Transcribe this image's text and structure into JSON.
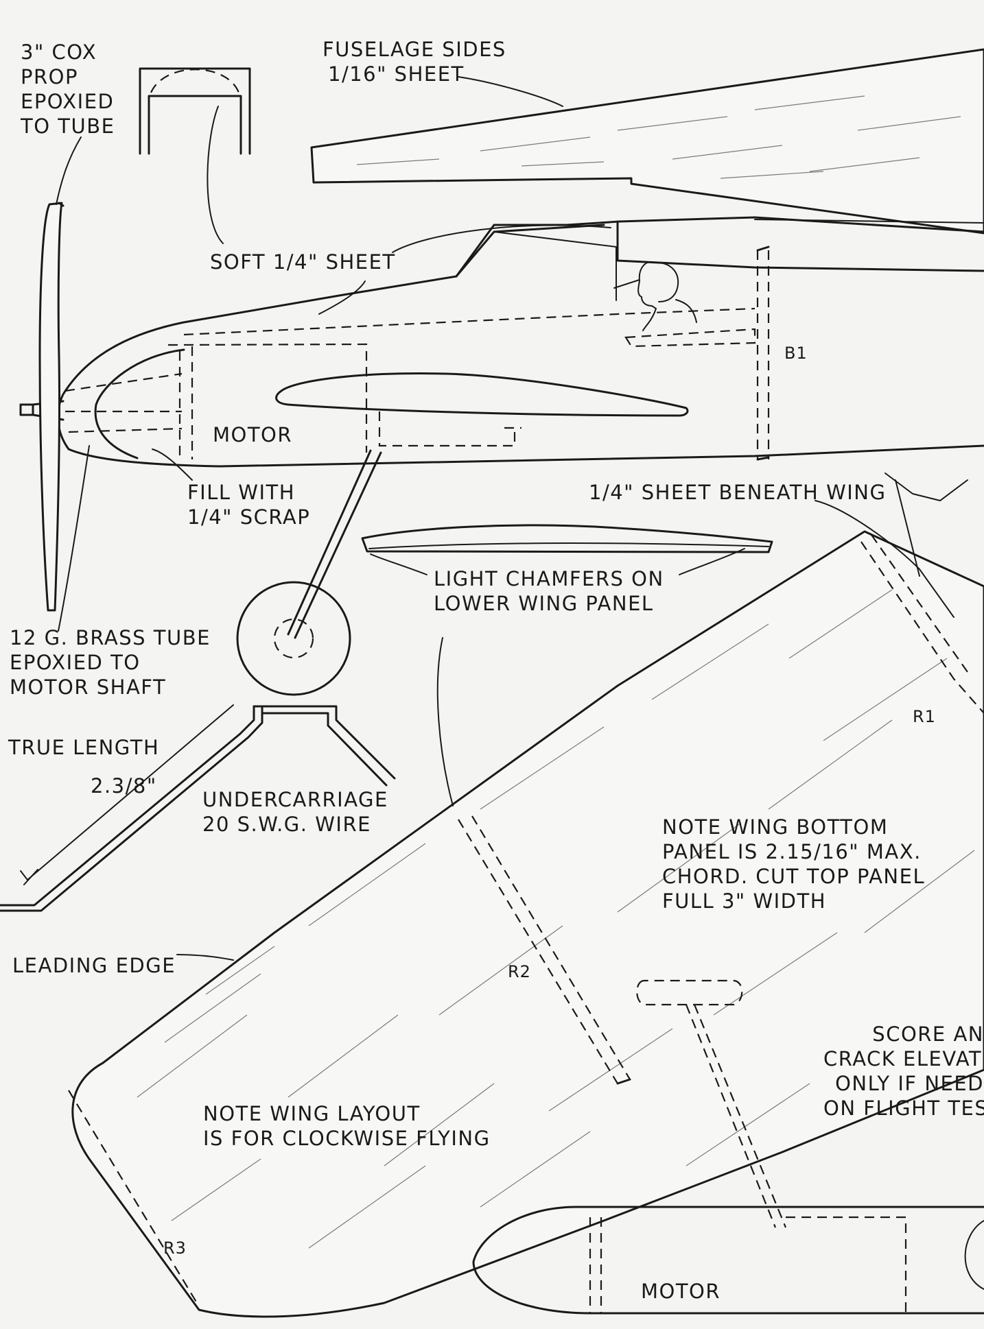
{
  "labels": {
    "cox_prop": [
      "3\" COX",
      "PROP",
      "EPOXIED",
      "TO TUBE"
    ],
    "fuselage_sides": [
      "FUSELAGE SIDES",
      "1/16\" SHEET"
    ],
    "soft_sheet": "SOFT 1/4\" SHEET",
    "b1": "B1",
    "motor_top": "MOTOR",
    "fill_scrap": [
      "FILL WITH",
      "1/4\" SCRAP"
    ],
    "sheet_beneath_wing": "1/4\" SHEET BENEATH  WING",
    "light_chamfers": [
      "LIGHT CHAMFERS ON",
      "LOWER WING PANEL"
    ],
    "brass_tube": [
      "12 G.  BRASS TUBE",
      "EPOXIED TO",
      "MOTOR SHAFT"
    ],
    "true_length": "TRUE LENGTH",
    "length_value": "2.3/8\"",
    "undercarriage": [
      "UNDERCARRIAGE",
      "20 S.W.G. WIRE"
    ],
    "r1": "R1",
    "wing_note": [
      "NOTE WING BOTTOM",
      "PANEL IS 2.15/16\" MAX.",
      "CHORD.  CUT TOP PANEL",
      "FULL 3\" WIDTH"
    ],
    "leading_edge": "LEADING  EDGE",
    "r2": "R2",
    "score_note": [
      "SCORE AN",
      "CRACK ELEVATO",
      "ONLY IF NEED",
      "ON FLIGHT TES"
    ],
    "layout_note": [
      "NOTE WING LAYOUT",
      "IS FOR CLOCKWISE FLYING"
    ],
    "r3": "R3",
    "motor_bottom": "MOTOR"
  }
}
